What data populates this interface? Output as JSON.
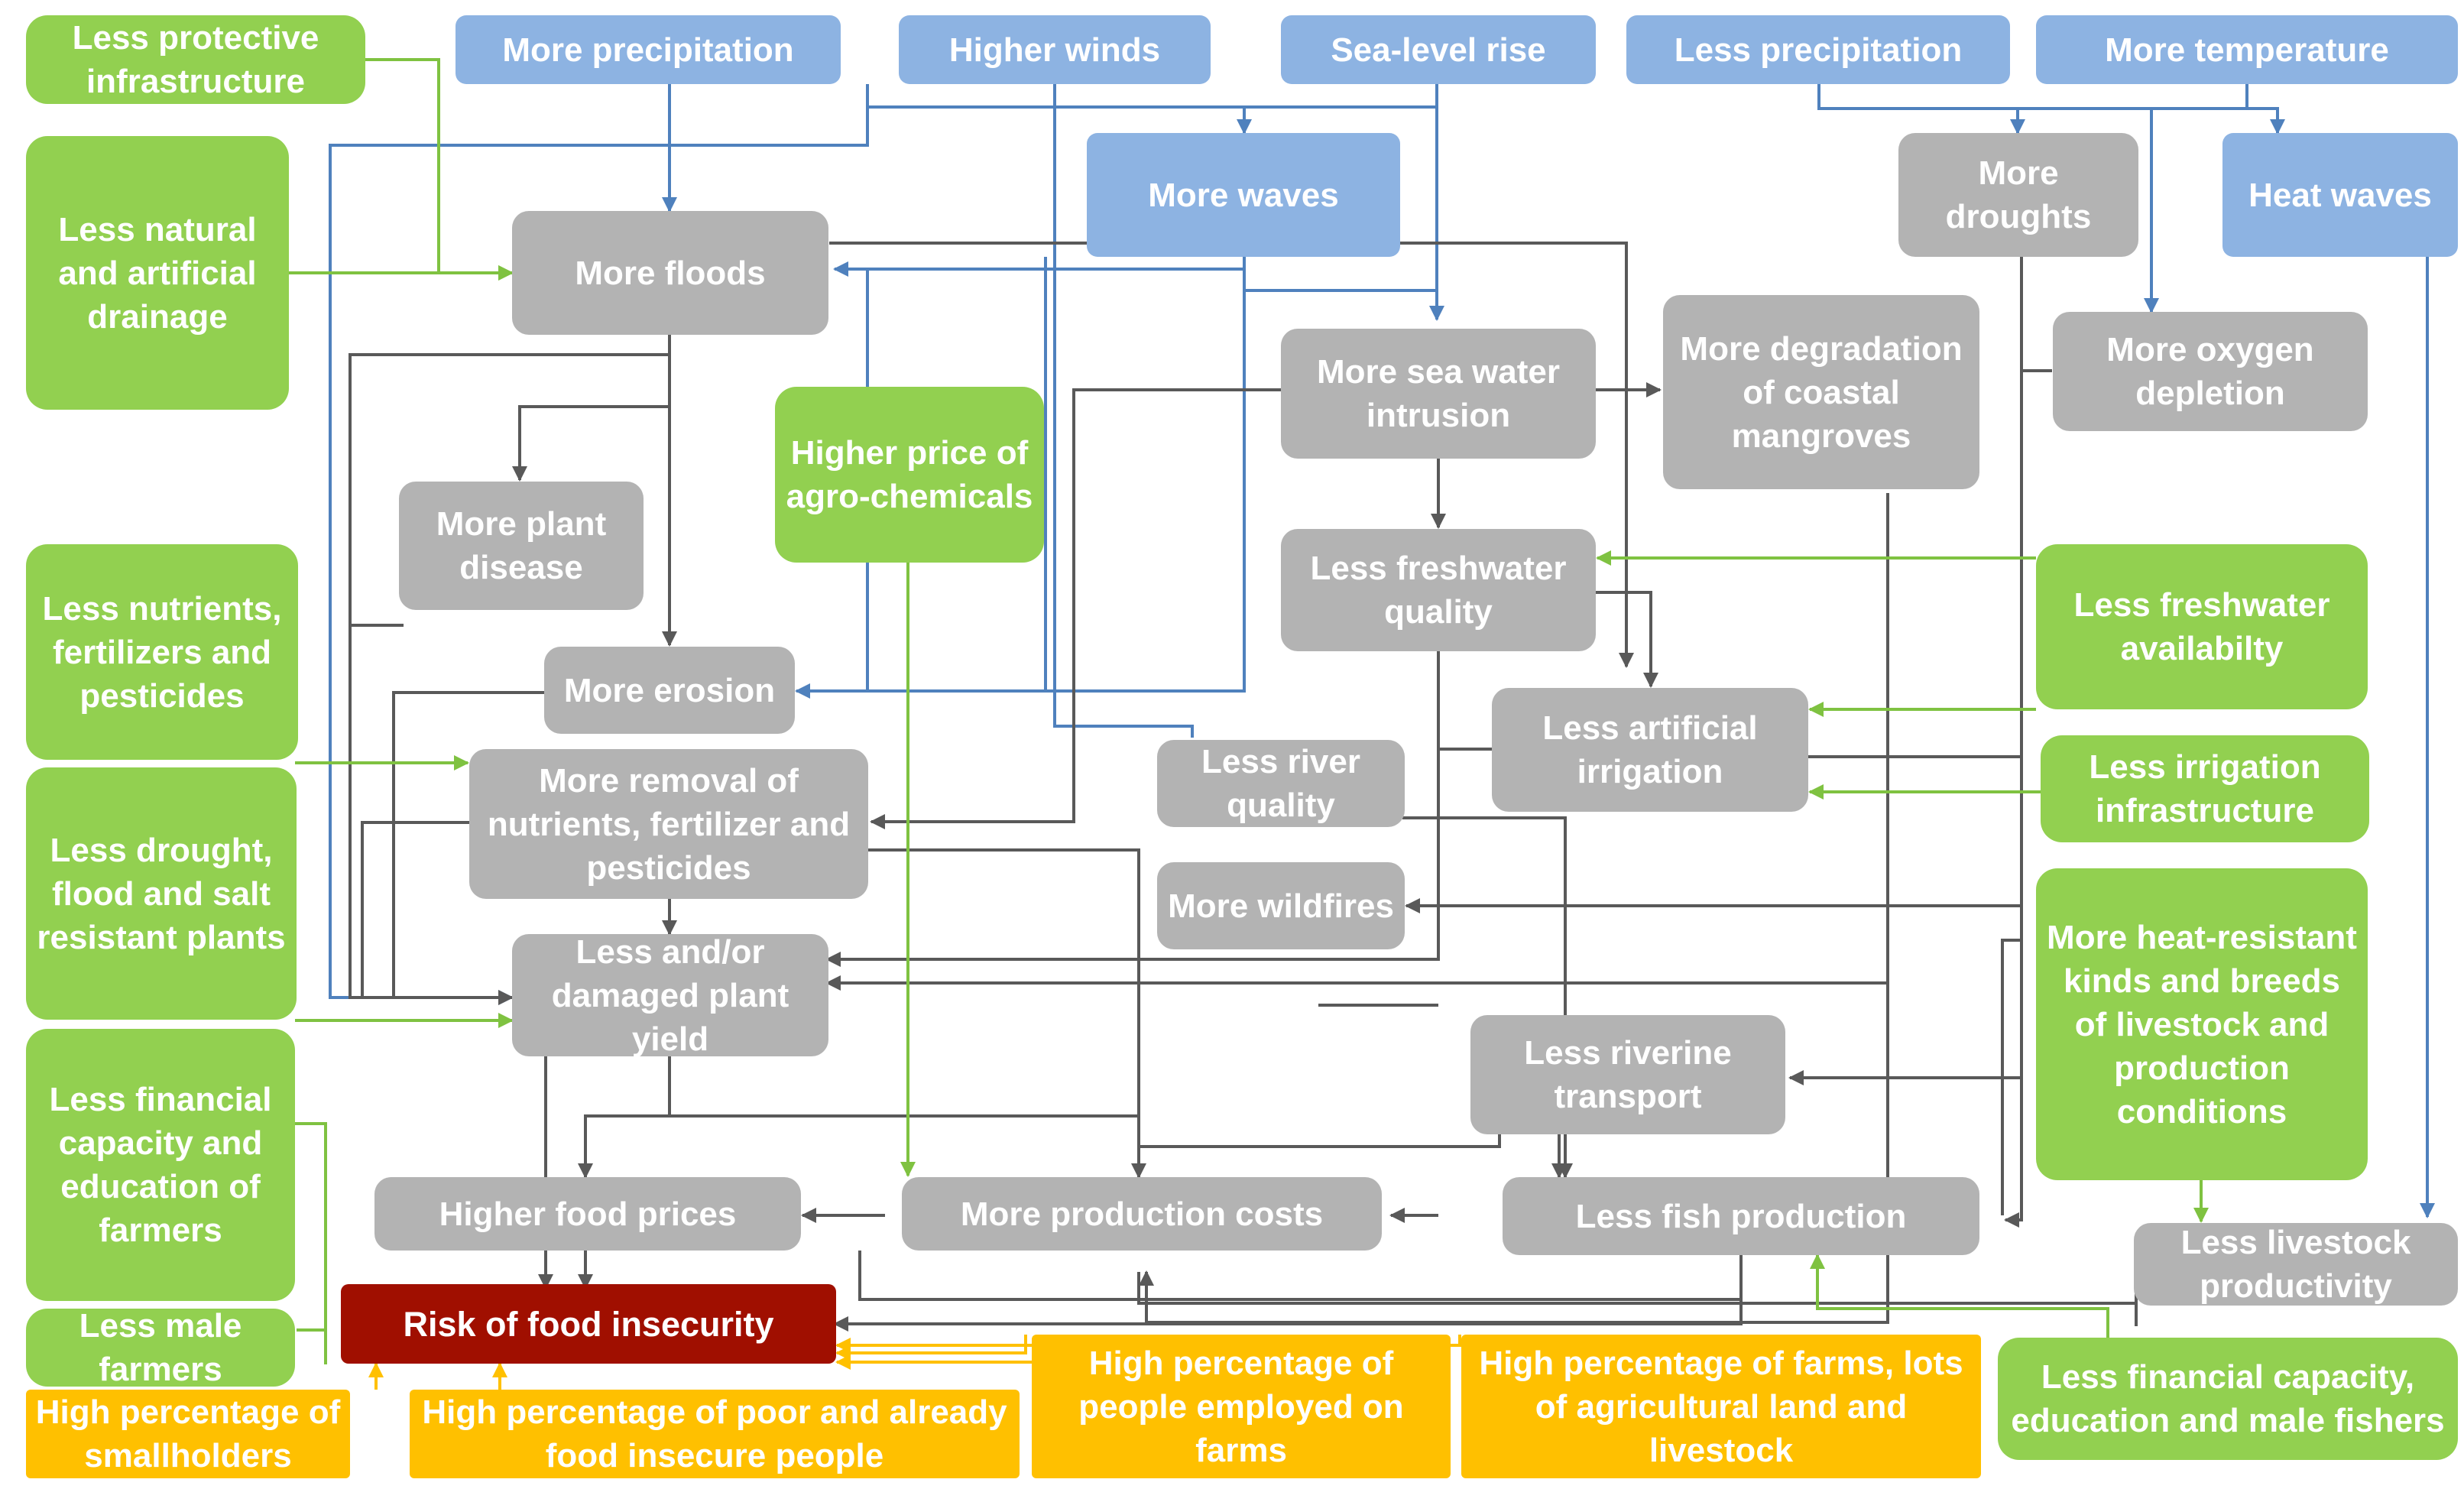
{
  "diagram": {
    "nodes": {
      "less_protective_infrastructure": "Less protective infrastructure",
      "more_precipitation": "More precipitation",
      "higher_winds": "Higher winds",
      "sea_level_rise": "Sea-level rise",
      "less_precipitation": "Less precipitation",
      "more_temperature": "More temperature",
      "less_drainage": "Less natural and artificial drainage",
      "more_waves": "More waves",
      "more_droughts": "More droughts",
      "heat_waves": "Heat waves",
      "more_floods": "More floods",
      "more_sea_water_intrusion": "More sea water intrusion",
      "more_degradation_mangroves": "More degradation of coastal mangroves",
      "more_oxygen_depletion": "More oxygen depletion",
      "higher_price_agrochemicals": "Higher price of agro-chemicals",
      "more_plant_disease": "More plant disease",
      "less_freshwater_quality": "Less freshwater quality",
      "less_freshwater_availability": "Less freshwater availabilty",
      "less_nutrients": "Less nutrients, fertilizers and pesticides",
      "more_erosion": "More erosion",
      "less_artificial_irrigation": "Less artificial irrigation",
      "less_river_quality": "Less river quality",
      "less_irrigation_infrastructure": "Less irrigation infrastructure",
      "more_removal_nutrients": "More removal of nutrients, fertilizer and pesticides",
      "less_resistant_plants": "Less drought, flood and salt resistant plants",
      "more_wildfires": "More wildfires",
      "more_heat_resistant_livestock": "More heat-resistant kinds and breeds of livestock and production conditions",
      "less_plant_yield": "Less and/or damaged plant yield",
      "less_riverine_transport": "Less riverine transport",
      "less_financial_capacity_farmers": "Less financial capacity and education of farmers",
      "higher_food_prices": "Higher food prices",
      "more_production_costs": "More production costs",
      "less_fish_production": "Less fish production",
      "less_livestock_productivity": "Less livestock productivity",
      "less_male_farmers": "Less male farmers",
      "risk_food_insecurity": "Risk of food insecurity",
      "high_pct_employed_farms": "High percentage of people employed on farms",
      "high_pct_farms_land": "High percentage of farms, lots of agricultural land and livestock",
      "less_financial_capacity_fishers": "Less financial capacity, education and male fishers",
      "high_pct_smallholders": "High percentage of smallholders",
      "high_pct_poor": "High percentage of poor and already food insecure people"
    },
    "colors": {
      "blue": "#8db3e2",
      "gray": "#b3b3b3",
      "green": "#92d050",
      "orange": "#ffc000",
      "red": "#a00f00",
      "connector_blue": "#4f81bd",
      "connector_gray": "#595959",
      "connector_green": "#7fc241",
      "connector_orange": "#ffc000"
    }
  }
}
